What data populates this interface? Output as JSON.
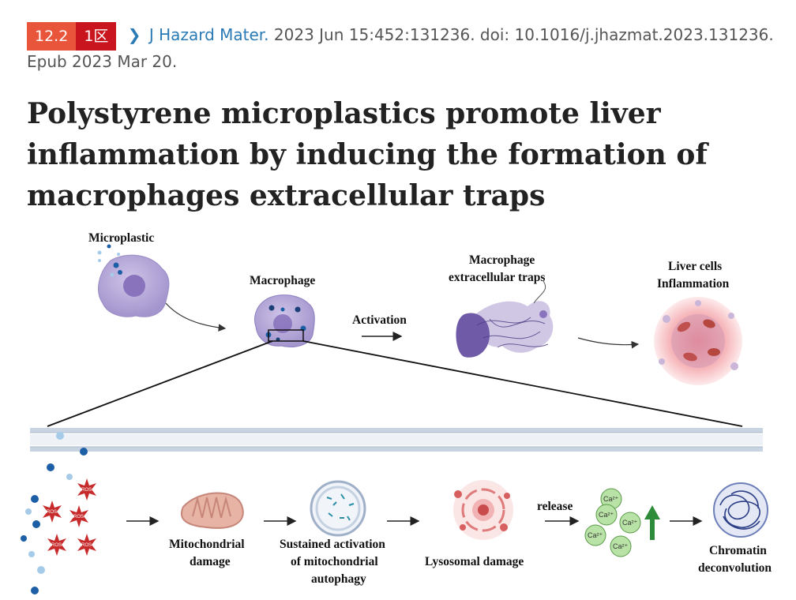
{
  "header": {
    "impact_factor": "12.2",
    "quartile": "1区",
    "journal": "J Hazard Mater.",
    "citation": "2023 Jun 15:452:131236. doi: 10.1016/j.jhazmat.2023.131236.",
    "epub": "Epub 2023 Mar 20.",
    "chevron_icon": "chevron-right-icon"
  },
  "article": {
    "title": "Polystyrene microplastics promote liver inflammation by inducing the formation of macrophages extracellular traps"
  },
  "figure": {
    "labels": {
      "microplastic": "Microplastic",
      "macrophage": "Macrophage",
      "activation": "Activation",
      "met_line1": "Macrophage",
      "met_line2": "extracellular traps",
      "liver_line1": "Liver cells",
      "liver_line2": "Inflammation",
      "mito_line1": "Mitochondrial",
      "mito_line2": "damage",
      "auto_line1": "Sustained activation",
      "auto_line2": "of mitochondrial",
      "auto_line3": "autophagy",
      "lyso": "Lysosomal damage",
      "release": "release",
      "chrom_line1": "Chromatin",
      "chrom_line2": "deconvolution",
      "ros": "ROS",
      "calcium": "Ca²⁺"
    },
    "colors": {
      "cell": "#b7a9d6",
      "nucleus": "#7e67b5",
      "particle_dark": "#1d5fa6",
      "particle_light": "#a6cbe8",
      "ros_red": "#c62a2a",
      "calcium_green": "#b9e3a6",
      "up_arrow": "#2e8b3a"
    }
  }
}
